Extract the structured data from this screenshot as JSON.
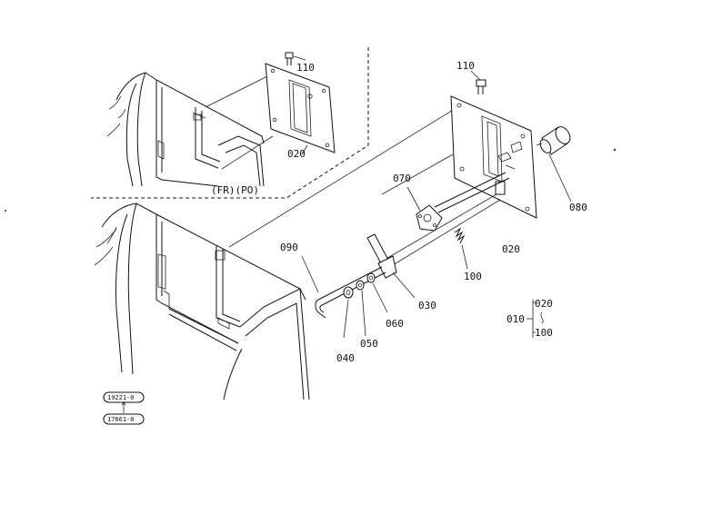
{
  "diagram": {
    "inset_label": "(FR)(PO)",
    "parts": [
      {
        "id": "p110_inset",
        "label": "110"
      },
      {
        "id": "p020_inset",
        "label": "020"
      },
      {
        "id": "p110_main",
        "label": "110"
      },
      {
        "id": "p070",
        "label": "070"
      },
      {
        "id": "p080",
        "label": "080"
      },
      {
        "id": "p020_main",
        "label": "020"
      },
      {
        "id": "p090",
        "label": "090"
      },
      {
        "id": "p100_main",
        "label": "100"
      },
      {
        "id": "p030",
        "label": "030"
      },
      {
        "id": "p060",
        "label": "060"
      },
      {
        "id": "p050",
        "label": "050"
      },
      {
        "id": "p040",
        "label": "040"
      },
      {
        "id": "assy_010",
        "label": "010"
      },
      {
        "id": "assy_020",
        "label": "020"
      },
      {
        "id": "assy_100",
        "label": "100"
      }
    ],
    "serials": [
      {
        "id": "serial_top",
        "label": "19221-0"
      },
      {
        "id": "serial_bottom",
        "label": "17661-0"
      }
    ]
  }
}
